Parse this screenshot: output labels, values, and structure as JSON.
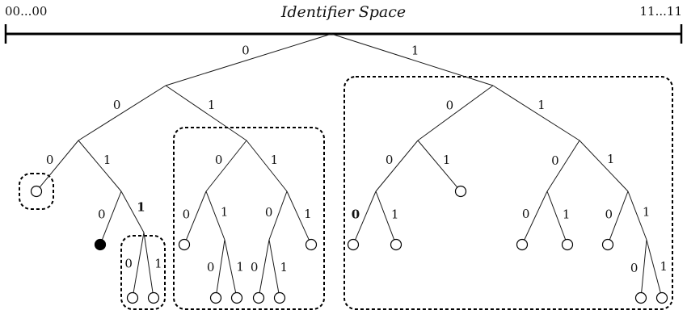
{
  "header": {
    "title": "Identifier Space",
    "left_end": "00...00",
    "right_end": "11...11"
  },
  "colors": {
    "line": "#1a1a1a",
    "filled_node": "#000000",
    "open_node": "#ffffff"
  },
  "tree": {
    "bit_labels": {
      "zero": "0",
      "one": "1"
    },
    "nodes": [
      {
        "id": "root"
      },
      {
        "id": "n0"
      },
      {
        "id": "n1"
      },
      {
        "id": "n00"
      },
      {
        "id": "n01"
      },
      {
        "id": "n10"
      },
      {
        "id": "n11"
      },
      {
        "id": "n000",
        "leaf": "open"
      },
      {
        "id": "n001"
      },
      {
        "id": "n010"
      },
      {
        "id": "n011"
      },
      {
        "id": "n100"
      },
      {
        "id": "n101",
        "leaf": "open"
      },
      {
        "id": "n110"
      },
      {
        "id": "n111"
      },
      {
        "id": "n0010",
        "leaf": "filled"
      },
      {
        "id": "n0011"
      },
      {
        "id": "n0100",
        "leaf": "open"
      },
      {
        "id": "n0101"
      },
      {
        "id": "n0110"
      },
      {
        "id": "n0111",
        "leaf": "open"
      },
      {
        "id": "n1000",
        "leaf": "open"
      },
      {
        "id": "n1001",
        "leaf": "open"
      },
      {
        "id": "n1100",
        "leaf": "open"
      },
      {
        "id": "n1101",
        "leaf": "open"
      },
      {
        "id": "n1110",
        "leaf": "open"
      },
      {
        "id": "n1111"
      },
      {
        "id": "n00110",
        "leaf": "open"
      },
      {
        "id": "n00111",
        "leaf": "open"
      },
      {
        "id": "n01010",
        "leaf": "open"
      },
      {
        "id": "n01011",
        "leaf": "open"
      },
      {
        "id": "n01100",
        "leaf": "open"
      },
      {
        "id": "n01101",
        "leaf": "open"
      },
      {
        "id": "n11110",
        "leaf": "open"
      },
      {
        "id": "n11111",
        "leaf": "open"
      }
    ],
    "edges": [
      {
        "from": "root",
        "to": "n0",
        "bit": "0"
      },
      {
        "from": "root",
        "to": "n1",
        "bit": "1"
      },
      {
        "from": "n0",
        "to": "n00",
        "bit": "0"
      },
      {
        "from": "n0",
        "to": "n01",
        "bit": "1"
      },
      {
        "from": "n1",
        "to": "n10",
        "bit": "0"
      },
      {
        "from": "n1",
        "to": "n11",
        "bit": "1"
      },
      {
        "from": "n00",
        "to": "n000",
        "bit": "0"
      },
      {
        "from": "n00",
        "to": "n001",
        "bit": "1"
      },
      {
        "from": "n01",
        "to": "n010",
        "bit": "0"
      },
      {
        "from": "n01",
        "to": "n011",
        "bit": "1"
      },
      {
        "from": "n10",
        "to": "n100",
        "bit": "0"
      },
      {
        "from": "n10",
        "to": "n101",
        "bit": "1"
      },
      {
        "from": "n11",
        "to": "n110",
        "bit": "0"
      },
      {
        "from": "n11",
        "to": "n111",
        "bit": "1"
      },
      {
        "from": "n001",
        "to": "n0010",
        "bit": "0"
      },
      {
        "from": "n001",
        "to": "n0011",
        "bit": "1",
        "bold": true
      },
      {
        "from": "n010",
        "to": "n0100",
        "bit": "0"
      },
      {
        "from": "n010",
        "to": "n0101",
        "bit": "1"
      },
      {
        "from": "n011",
        "to": "n0110",
        "bit": "0"
      },
      {
        "from": "n011",
        "to": "n0111",
        "bit": "1"
      },
      {
        "from": "n100",
        "to": "n1000",
        "bit": "0",
        "bold": true
      },
      {
        "from": "n100",
        "to": "n1001",
        "bit": "1"
      },
      {
        "from": "n110",
        "to": "n1100",
        "bit": "0"
      },
      {
        "from": "n110",
        "to": "n1101",
        "bit": "1"
      },
      {
        "from": "n111",
        "to": "n1110",
        "bit": "0"
      },
      {
        "from": "n111",
        "to": "n1111",
        "bit": "1"
      },
      {
        "from": "n0011",
        "to": "n00110",
        "bit": "0"
      },
      {
        "from": "n0011",
        "to": "n00111",
        "bit": "1"
      },
      {
        "from": "n0101",
        "to": "n01010",
        "bit": "0"
      },
      {
        "from": "n0101",
        "to": "n01011",
        "bit": "1"
      },
      {
        "from": "n0110",
        "to": "n01100",
        "bit": "0"
      },
      {
        "from": "n0110",
        "to": "n01101",
        "bit": "1"
      },
      {
        "from": "n1111",
        "to": "n11110",
        "bit": "0"
      },
      {
        "from": "n1111",
        "to": "n11111",
        "bit": "1"
      }
    ],
    "groups": [
      {
        "name": "group-subtree-000",
        "members": [
          "n000"
        ]
      },
      {
        "name": "group-subtree-0011",
        "members": [
          "n00110",
          "n00111"
        ]
      },
      {
        "name": "group-subtree-01",
        "members": [
          "n0100",
          "n01010",
          "n01011",
          "n01100",
          "n01101",
          "n0111"
        ]
      },
      {
        "name": "group-subtree-1",
        "members": [
          "n1000",
          "n1001",
          "n101",
          "n1100",
          "n1101",
          "n1110",
          "n11110",
          "n11111"
        ]
      }
    ]
  }
}
